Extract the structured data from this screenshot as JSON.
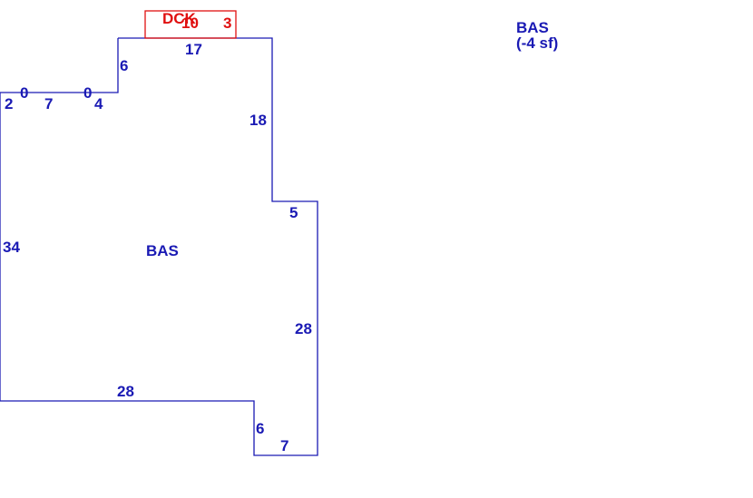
{
  "colors": {
    "bas": "#1a1ab4",
    "dck": "#e01010"
  },
  "main_area": {
    "label": "BAS",
    "dimensions": [
      "17",
      "6",
      "0",
      "7",
      "0",
      "4",
      "2",
      "18",
      "5",
      "34",
      "28",
      "28",
      "6",
      "7"
    ]
  },
  "deck_area": {
    "label": "DCK",
    "dimensions": [
      "10",
      "3"
    ]
  },
  "side_note": {
    "label": "BAS",
    "area": "(-4 sf)"
  }
}
